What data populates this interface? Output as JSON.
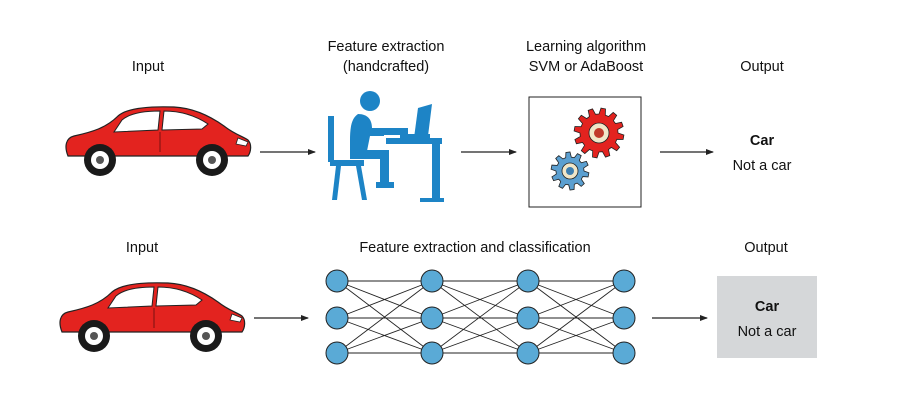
{
  "row1": {
    "input_label": "Input",
    "feature_label_line1": "Feature extraction",
    "feature_label_line2": "(handcrafted)",
    "learning_label_line1": "Learning algorithm",
    "learning_label_line2": "SVM or AdaBoost",
    "output_label": "Output",
    "output_primary": "Car",
    "output_secondary": "Not a car"
  },
  "row2": {
    "input_label": "Input",
    "feature_label": "Feature extraction and classification",
    "output_label": "Output",
    "output_primary": "Car",
    "output_secondary": "Not a car",
    "network_layers": [
      3,
      3,
      3,
      3
    ]
  },
  "colors": {
    "car_body": "#e3231f",
    "person": "#1d84c6",
    "gear_large": "#e3231f",
    "gear_small": "#5b9fd0",
    "node_fill": "#5aaad6",
    "output_box": "#d5d7d9"
  },
  "icons": [
    "car-icon",
    "person-at-computer-icon",
    "gears-icon",
    "neural-network-icon"
  ]
}
